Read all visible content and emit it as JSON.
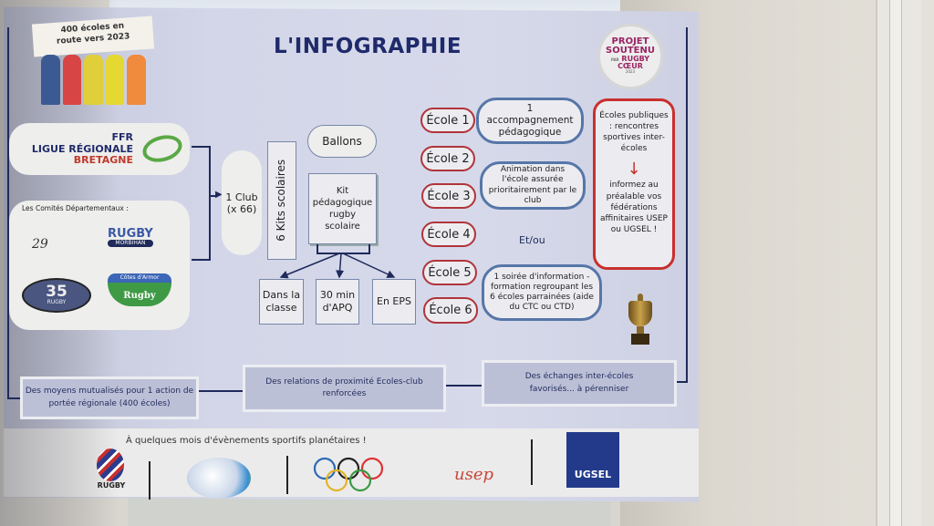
{
  "poster": {
    "title": "L'INFOGRAPHIE",
    "banner": {
      "line1": "400 écoles en",
      "line2": "route vers 2023"
    },
    "projet": {
      "line1": "PROJET",
      "line2": "SOUTENU",
      "par": "PAR",
      "brand1": "RUGBY",
      "brand2": "CŒUR",
      "year": "2023"
    },
    "ffr": {
      "line1": "FFR",
      "line2": "LIGUE RÉGIONALE",
      "line3": "BRETAGNE"
    },
    "comites": {
      "label": "Les Comités Départementaux :",
      "logos": [
        {
          "text": "29"
        },
        {
          "text": "RUGBY",
          "sub": "MORBIHAN"
        },
        {
          "text": "35",
          "sub": "RUGBY"
        },
        {
          "text": "Côtes d'Armor",
          "sub": "Rugby"
        }
      ]
    },
    "club": {
      "line1": "1 Club",
      "line2": "(x 66)"
    },
    "kits": "6 Kits scolaires",
    "ballons": "Ballons",
    "kit_peda": "Kit pédagogique rugby scolaire",
    "usages": [
      "Dans la classe",
      "30 min d'APQ",
      "En EPS"
    ],
    "ecoles": [
      "École 1",
      "École 2",
      "École 3",
      "École 4",
      "École 5",
      "École 6"
    ],
    "actions": [
      "1 accompagnement pédagogique",
      "Animation dans l'école assurée prioritairement par le club",
      "1 soirée d'information - formation regroupant les 6 écoles parrainées (aide du CTC ou CTD)"
    ],
    "et_ou": "Et/ou",
    "public": {
      "top": "Écoles publiques : rencontres sportives inter-écoles",
      "bottom": "informez au préalable vos fédérations affinitaires USEP ou UGSEL !"
    },
    "outcomes": [
      "Des moyens mutualisés pour 1 action de portée régionale (400 écoles)",
      "Des relations de proximité Ecoles-club renforcées",
      "Des échanges inter-écoles favorisés... à pérenniser"
    ],
    "footer": {
      "text": "À quelques mois d'évènements sportifs planétaires !",
      "logos": [
        "RUGBY",
        "Rugby World Cup ball",
        "Olympic rings",
        "usep",
        "UGSEL"
      ]
    }
  },
  "colors": {
    "navy": "#1f2a6b",
    "red": "#b0343a",
    "blue": "#5676a8",
    "poster": "#d3d6e8"
  }
}
